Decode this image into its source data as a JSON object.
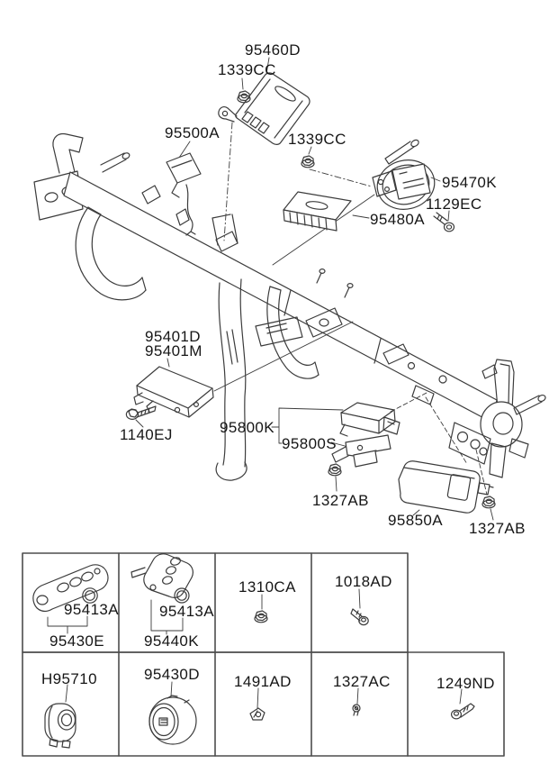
{
  "diagram": {
    "labels": [
      {
        "id": "95460D",
        "text": "95460D"
      },
      {
        "id": "1339CC-a",
        "text": "1339CC"
      },
      {
        "id": "95500A",
        "text": "95500A"
      },
      {
        "id": "1339CC-b",
        "text": "1339CC"
      },
      {
        "id": "95470K",
        "text": "95470K"
      },
      {
        "id": "1129EC",
        "text": "1129EC"
      },
      {
        "id": "95480A",
        "text": "95480A"
      },
      {
        "id": "95401D",
        "text": "95401D"
      },
      {
        "id": "95401M",
        "text": "95401M"
      },
      {
        "id": "1140EJ",
        "text": "1140EJ"
      },
      {
        "id": "95800K",
        "text": "95800K"
      },
      {
        "id": "95800S",
        "text": "95800S"
      },
      {
        "id": "1327AB-a",
        "text": "1327AB"
      },
      {
        "id": "95850A",
        "text": "95850A"
      },
      {
        "id": "1327AB-b",
        "text": "1327AB"
      }
    ],
    "parts": [
      {
        "id": "95460D",
        "kind": "control-module"
      },
      {
        "id": "95500A",
        "kind": "sensor"
      },
      {
        "id": "95470K",
        "kind": "antenna-assembly"
      },
      {
        "id": "95480A",
        "kind": "control-unit"
      },
      {
        "id": "95401D/95401M",
        "kind": "etacs-unit"
      },
      {
        "id": "95800K/95800S",
        "kind": "tpms-module-and-bracket"
      },
      {
        "id": "95850A",
        "kind": "relay-module"
      },
      {
        "id": "1339CC/1327AB/1310CA",
        "kind": "flange-nut"
      },
      {
        "id": "1129EC/1140EJ",
        "kind": "bolt"
      },
      {
        "id": "1018AD/1249ND/1327AC",
        "kind": "screw"
      }
    ]
  },
  "table": {
    "row1": [
      {
        "part": "95430E",
        "ring": "95413A",
        "icon": "remote-key-fob"
      },
      {
        "part": "95440K",
        "ring": "95413A",
        "icon": "flip-key"
      },
      {
        "part": "1310CA",
        "icon": "flange-nut"
      },
      {
        "part": "1018AD",
        "icon": "tapping-screw"
      }
    ],
    "row2": [
      {
        "part": "H95710",
        "icon": "immobilizer-antenna-coil"
      },
      {
        "part": "95430D",
        "icon": "key-cylinder-button"
      },
      {
        "part": "1491AD",
        "icon": "clip"
      },
      {
        "part": "1327AC",
        "icon": "small-screw"
      },
      {
        "part": "1249ND",
        "icon": "tapping-screw"
      }
    ]
  },
  "colors": {
    "line": "#3c3c3c",
    "leader": "#4a4a4a",
    "text": "#161616",
    "table_border": "#4d4d4d",
    "background": "#ffffff"
  }
}
